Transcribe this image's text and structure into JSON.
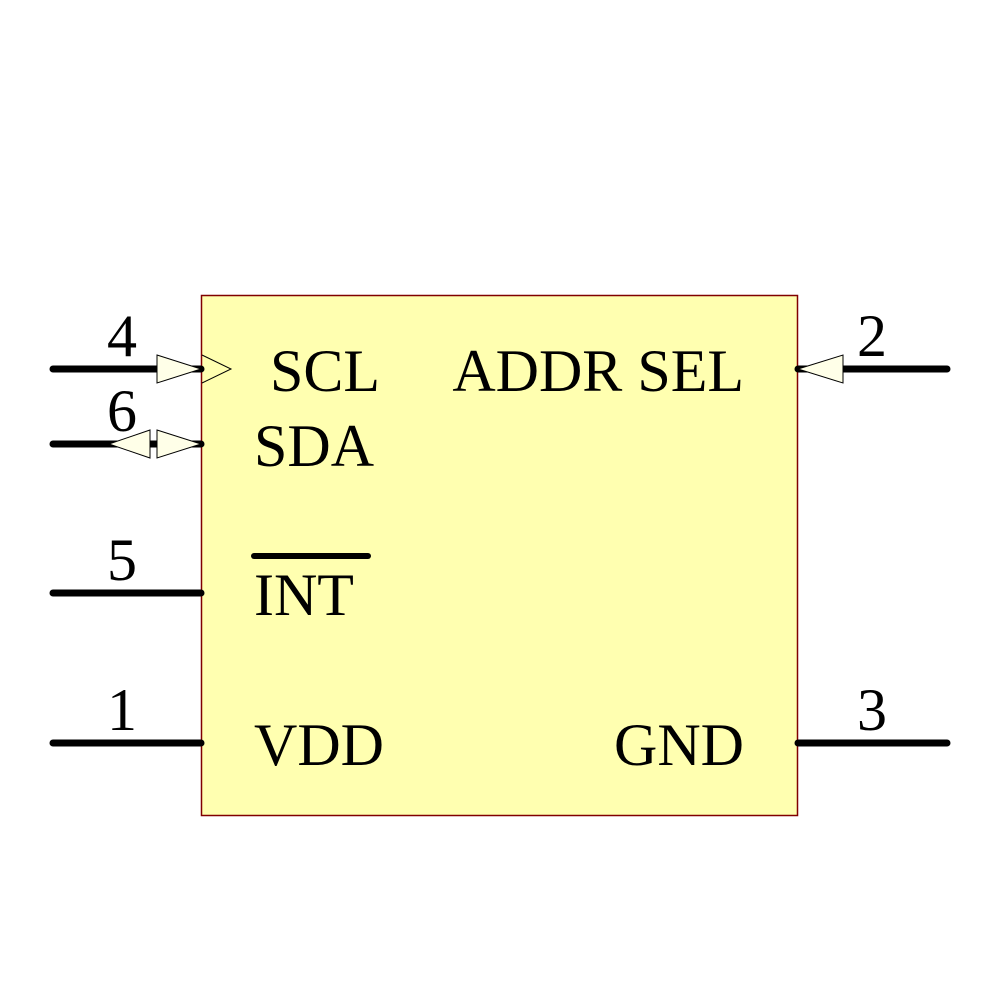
{
  "component": {
    "body_fill": "#FFFFB0",
    "body_border": "#800000",
    "pins": [
      {
        "number": "4",
        "name": "SCL",
        "side": "left",
        "type": "input"
      },
      {
        "number": "6",
        "name": "SDA",
        "side": "left",
        "type": "bidirectional"
      },
      {
        "number": "5",
        "name": "INT",
        "side": "left",
        "type": "passive",
        "active_low": true
      },
      {
        "number": "1",
        "name": "VDD",
        "side": "left",
        "type": "passive"
      },
      {
        "number": "2",
        "name": "ADDR SEL",
        "side": "right",
        "type": "input"
      },
      {
        "number": "3",
        "name": "GND",
        "side": "right",
        "type": "passive"
      }
    ]
  }
}
